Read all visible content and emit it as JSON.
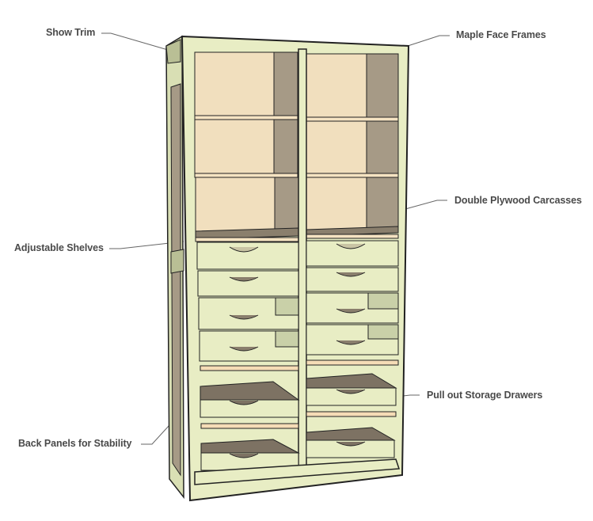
{
  "diagram": {
    "subject": "Pantry storage cabinet with shelves and pull-out drawers",
    "labels": {
      "show_trim": "Show Trim",
      "maple_face_frames": "Maple Face Frames",
      "double_plywood_carcasses": "Double Plywood Carcasses",
      "adjustable_shelves": "Adjustable Shelves",
      "pull_out_storage_drawers": "Pull out Storage Drawers",
      "back_panels_for_stability": "Back Panels for Stability"
    },
    "structure": {
      "bays": 2,
      "open_shelf_sections_per_bay": 3,
      "drawers_per_bay": 6
    },
    "colors": {
      "face_frame": "#e8edc4",
      "face_frame_shade": "#cdd3a6",
      "plywood_back": "#f1dfbe",
      "plywood_side": "#a69a86",
      "drawer_bottom": "#7d7263",
      "outline": "#222222",
      "label_text": "#4a4a4a",
      "leader_line": "#666666"
    }
  }
}
